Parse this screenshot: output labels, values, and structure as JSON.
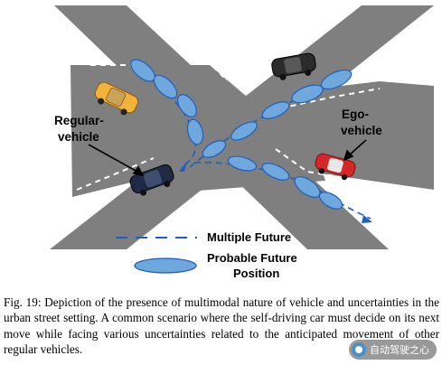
{
  "figure": {
    "labels": {
      "regular_vehicle_line1": "Regular-",
      "regular_vehicle_line2": "vehicle",
      "ego_vehicle_line1": "Ego-",
      "ego_vehicle_line2": "vehicle"
    },
    "legend": {
      "multiple_future": "Multiple Future",
      "probable_future_line1": "Probable Future",
      "probable_future_line2": "Position"
    },
    "colors": {
      "road": "#7f7f7f",
      "ellipse_fill": "#6fa8dc",
      "ellipse_stroke": "#1f5fbf",
      "path_dash": "#1f5fbf",
      "regular_car": "#1f2a44",
      "yellow_car": "#f2b33a",
      "black_car": "#2b2b2b",
      "ego_car": "#d62728"
    }
  },
  "caption": {
    "text": "Fig. 19: Depiction of the presence of multimodal nature of vehicle and uncertainties in the urban street setting. A common scenario where the self-driving car must decide on its next move while facing various uncertainties related to the anticipated movement of other regular vehicles."
  },
  "watermark": {
    "text": "自动驾驶之心"
  }
}
